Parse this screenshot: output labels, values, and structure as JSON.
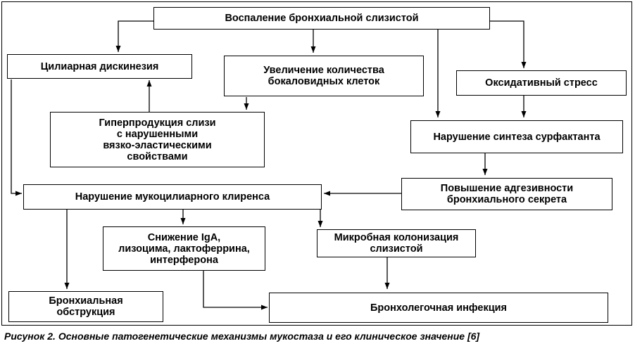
{
  "boxes": {
    "inflammation": "Воспаление бронхиальной слизистой",
    "ciliary_dyskinesia": "Цилиарная дискинезия",
    "goblet_cells": "Увеличение количества\nбокаловидных клеток",
    "oxidative_stress": "Оксидативный стресс",
    "mucus_hyperproduction": "Гиперпродукция слизи\nс нарушенными\nвязко-эластическими\nсвойствами",
    "surfactant": "Нарушение синтеза сурфактанта",
    "adhesiveness": "Повышение адгезивности\nбронхиального секрета",
    "mucociliary_clearance": "Нарушение мукоцилиарного клиренса",
    "iga_decrease": "Снижение IgA,\nлизоцима, лактоферрина,\nинтерферона",
    "microbial_colonization": "Микробная колонизация\nслизистой",
    "bronchial_obstruction": "Бронхиальная\nобструкция",
    "bronchopulmonary_infection": "Бронхолегочная инфекция"
  },
  "caption": "Рисунок 2. Основные патогенетические механизмы мукостаза и его клиническое значение [6]",
  "colors": {
    "line": "#000000",
    "background": "#ffffff"
  }
}
